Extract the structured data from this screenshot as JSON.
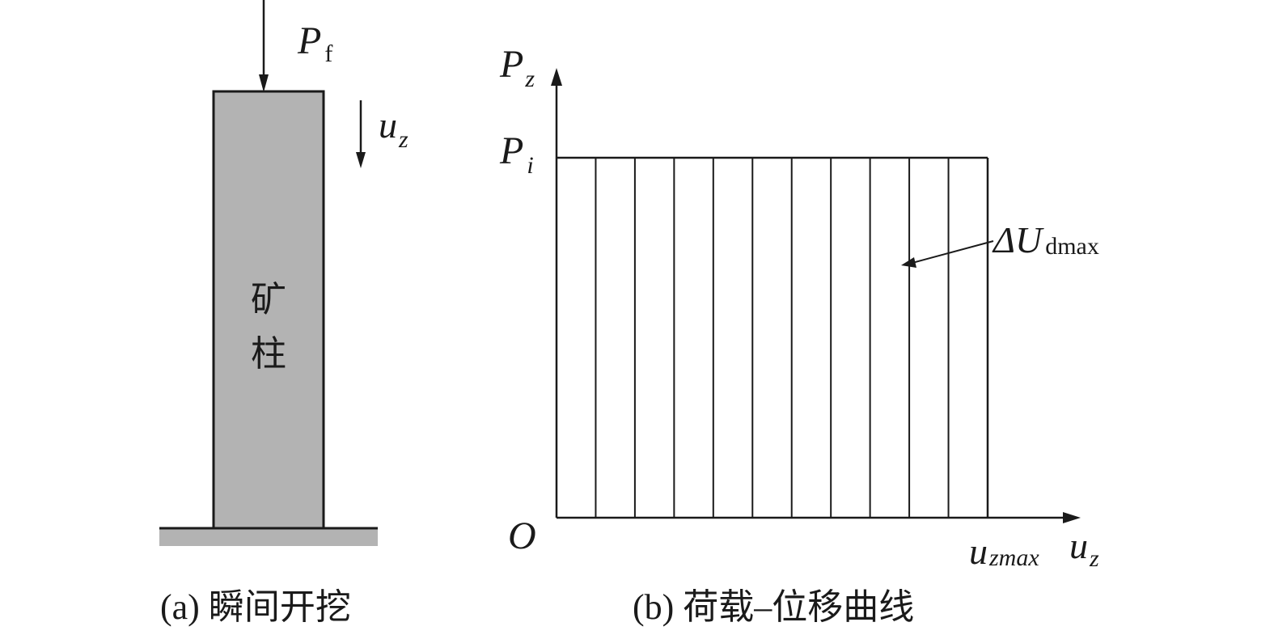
{
  "panel_a": {
    "force_symbol": "P",
    "force_subscript": "f",
    "disp_symbol": "u",
    "disp_subscript": "z",
    "pillar_label_line1": "矿",
    "pillar_label_line2": "柱",
    "caption": "(a) 瞬间开挖"
  },
  "panel_b": {
    "y_axis_symbol": "P",
    "y_axis_subscript": "z",
    "load_level_symbol": "P",
    "load_level_subscript": "i",
    "origin_label": "O",
    "x_max_symbol": "u",
    "x_max_subscript": "zmax",
    "x_axis_symbol": "u",
    "x_axis_subscript": "z",
    "energy_symbol": "ΔU",
    "energy_subscript": "dmax",
    "caption": "(b) 荷载–位移曲线",
    "hatch_line_count": 10
  },
  "colors": {
    "pillar_fill": "#b3b3b3",
    "ground_fill": "#b3b3b3",
    "line": "#1a1a1a"
  }
}
